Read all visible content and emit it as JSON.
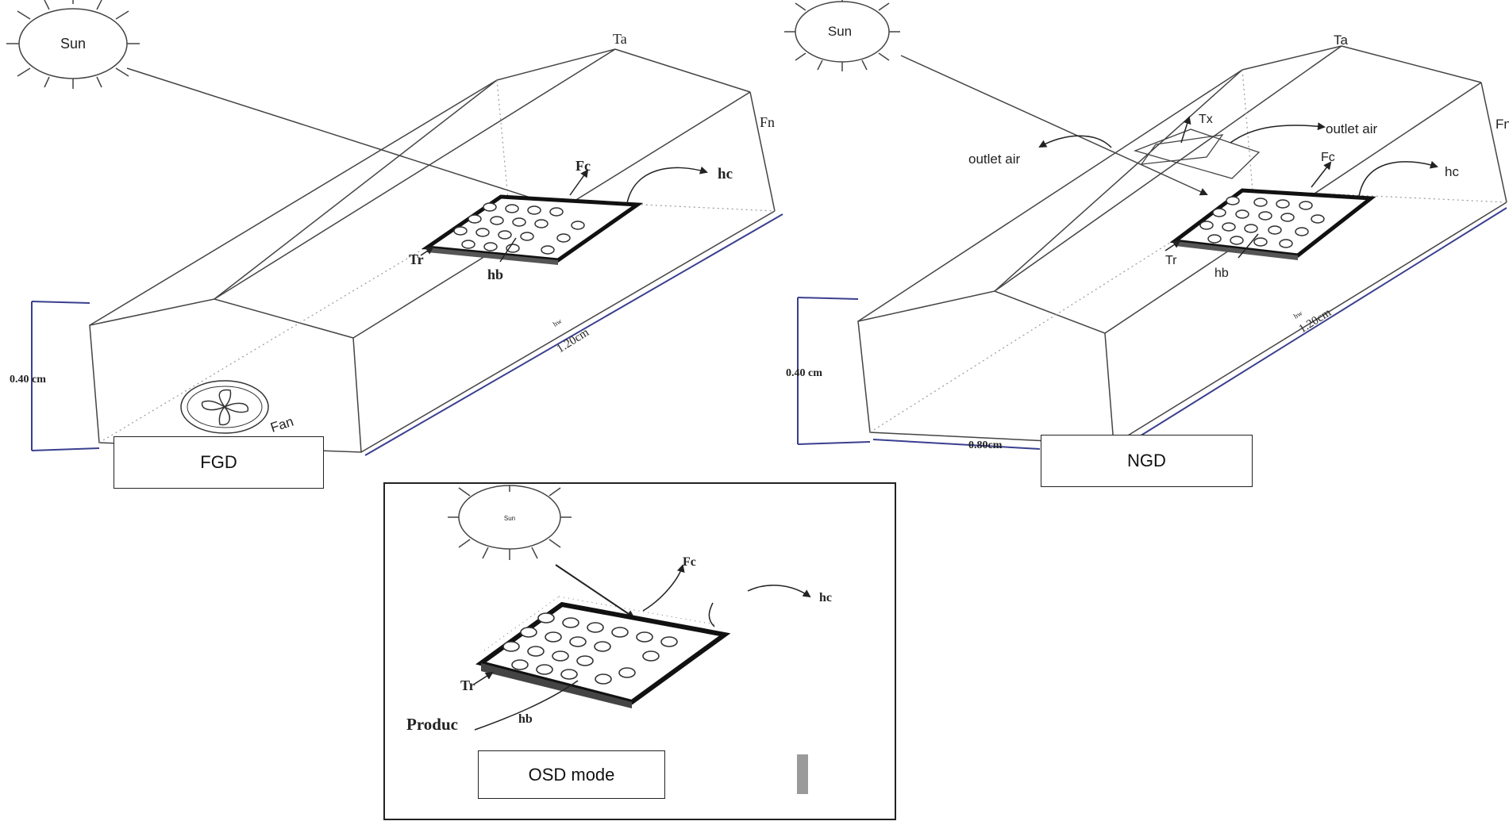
{
  "panels": {
    "fgd": {
      "sun": "Sun",
      "ta": "Ta",
      "fn": "Fn",
      "fc": "Fc",
      "hc": "hc",
      "tr": "Tr",
      "hb": "hb",
      "length_small": "hw",
      "length": "1.20cm",
      "height": "0.40 cm",
      "fan": "Fan",
      "mode": "FGD"
    },
    "ngd": {
      "sun": "Sun",
      "ta": "Ta",
      "fn": "Fn",
      "tx": "Tx",
      "outlet_left": "outlet air",
      "outlet_right": "outlet air",
      "fc": "Fc",
      "hc": "hc",
      "tr": "Tr",
      "hb": "hb",
      "length_small": "hw",
      "length": "1.20cm",
      "height": "0.40 cm",
      "width": "0.80cm",
      "mode": "NGD"
    },
    "osd": {
      "sun": "Sun",
      "fc": "Fc",
      "hc": "hc",
      "tr": "Tr",
      "hb": "hb",
      "product": "Produc",
      "mode": "OSD mode"
    }
  },
  "colors": {
    "line": "#444444",
    "dimension": "#3a3f8f",
    "tray": "#111111"
  }
}
